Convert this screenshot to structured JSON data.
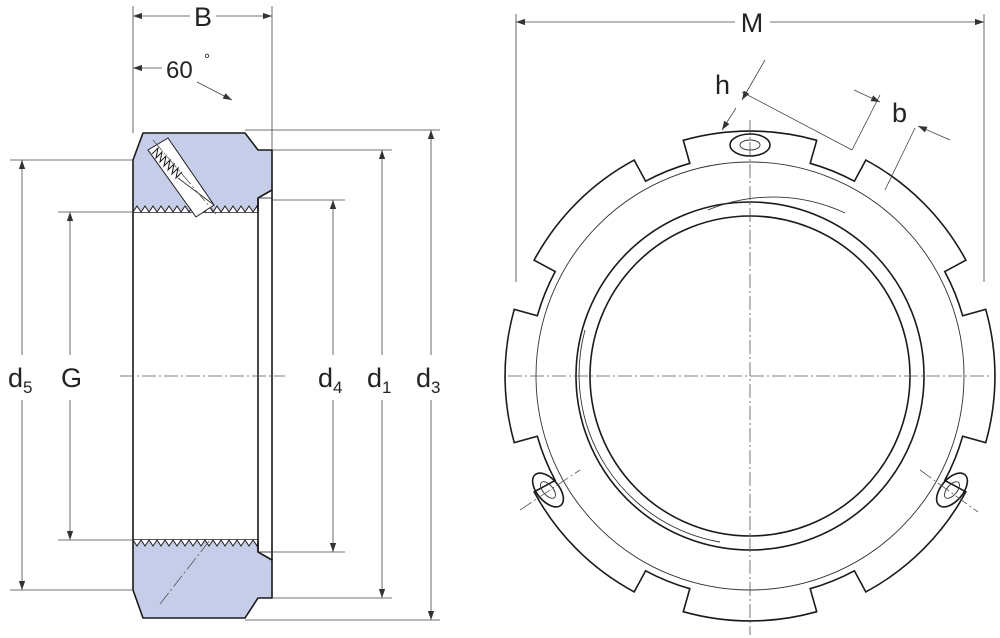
{
  "labels": {
    "B": "B",
    "angle_value": "60",
    "angle_unit": "°",
    "M": "M",
    "h": "h",
    "b": "b",
    "G": "G",
    "d5": {
      "main": "d",
      "sub": "5"
    },
    "d4": {
      "main": "d",
      "sub": "4"
    },
    "d1": {
      "main": "d",
      "sub": "1"
    },
    "d3": {
      "main": "d",
      "sub": "3"
    }
  },
  "colors": {
    "section_fill": "#c5cde8",
    "line": "#1a1a1a"
  }
}
